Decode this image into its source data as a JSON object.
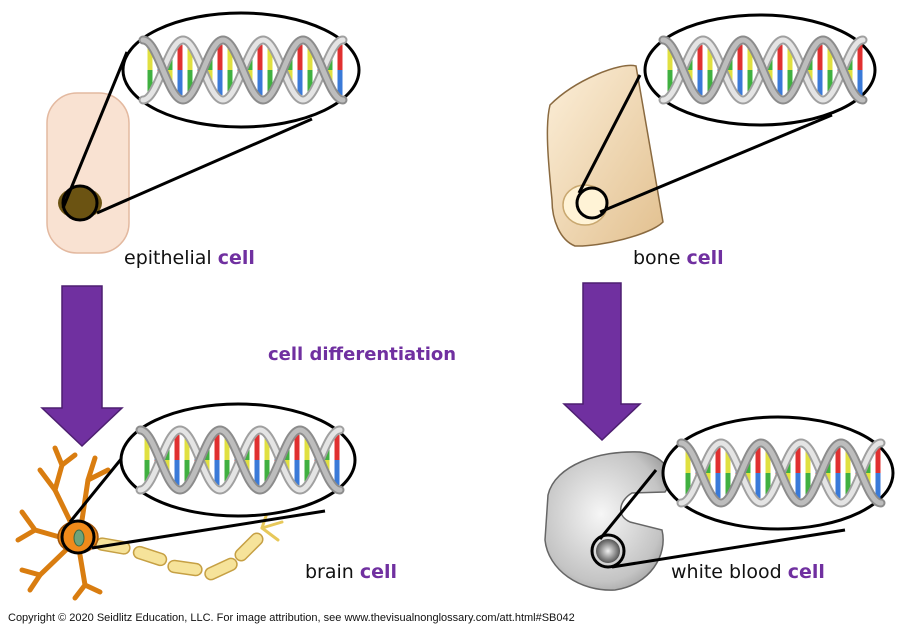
{
  "labels": {
    "epithelial_word": "epithelial",
    "bone_word": "bone",
    "brain_word": "brain",
    "wbc_word": "white blood",
    "cell_word": "cell"
  },
  "center_label": "cell differentiation",
  "footer": "Copyright © 2020 Seidlitz Education, LLC.   For image attribution, see www.thevisualnonglossary.com/att.html#SB042",
  "colors": {
    "accent": "#7030a0",
    "arrow": "#7030a0",
    "epithelial_fill": "#f9e2d2",
    "bone_fill": "#f0d7b3",
    "neuron_fill": "#f08a1a",
    "wbc_fill": "#c8c8c8",
    "dna_backbone": "#b0b0b0",
    "base_colors": [
      "#e0e040",
      "#3a7ad8",
      "#40b040",
      "#e03030"
    ]
  }
}
